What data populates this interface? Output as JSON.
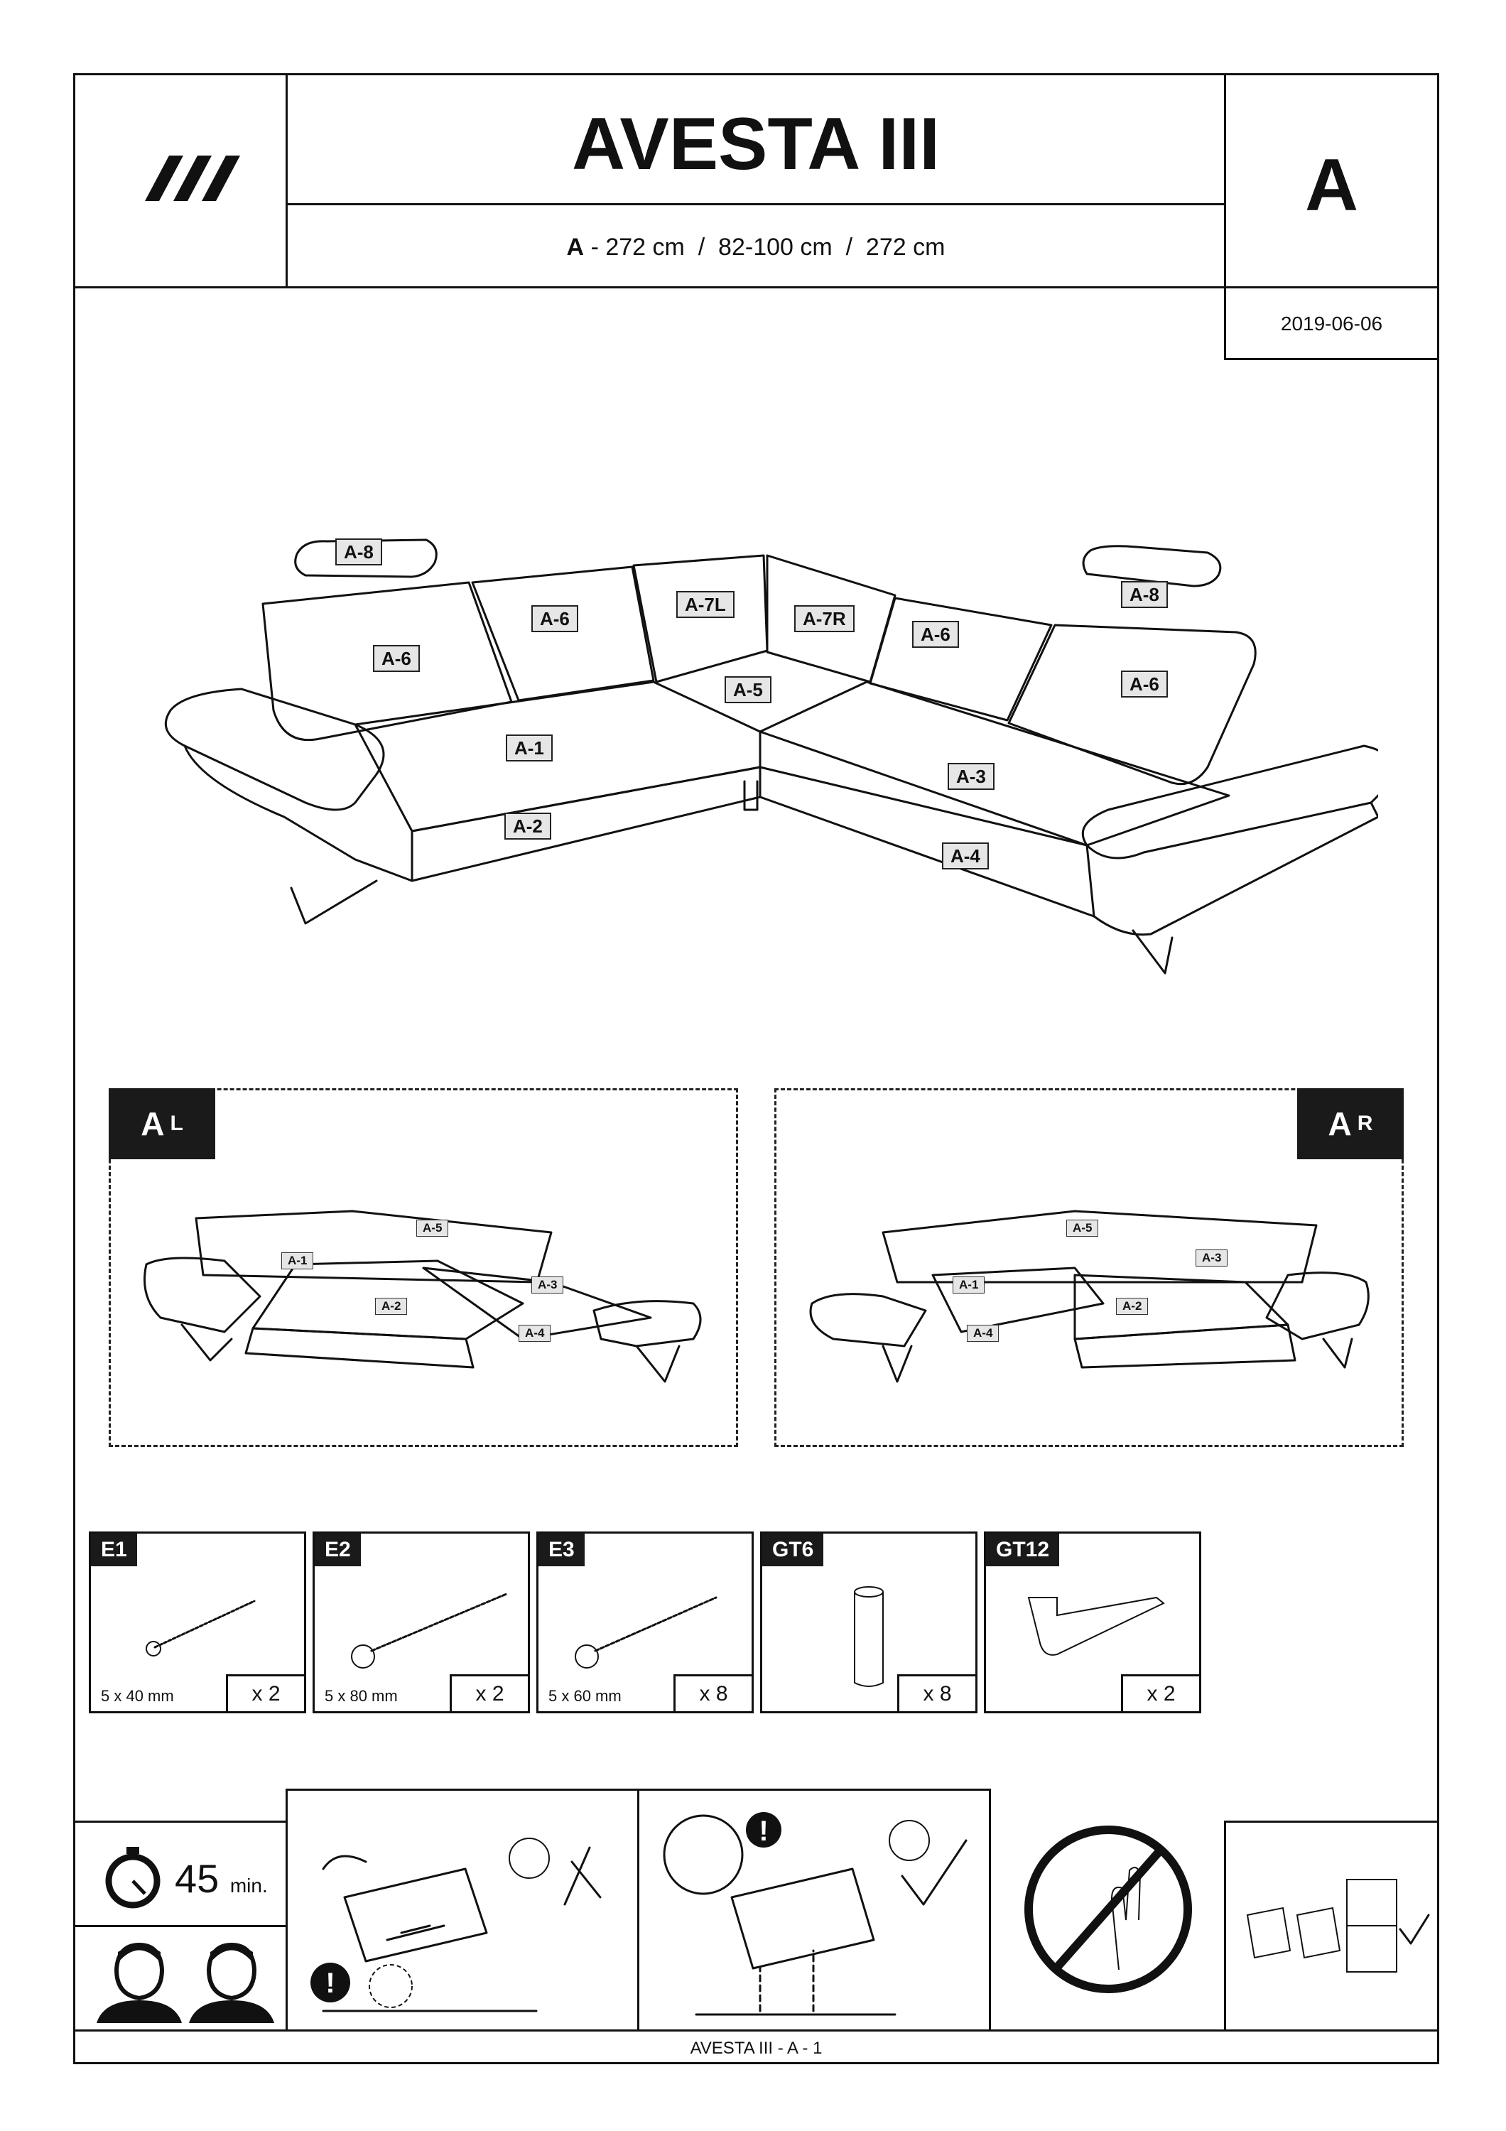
{
  "header": {
    "title": "AVESTA III",
    "variant": "A",
    "dimensions_prefix": "A",
    "dimensions": "- 272 cm  /  82-100 cm  /  272 cm",
    "date": "2019-06-06"
  },
  "parts": [
    "A-8",
    "A-6",
    "A-7L",
    "A-7R",
    "A-5",
    "A-1",
    "A-2",
    "A-3",
    "A-4"
  ],
  "variants": {
    "left": {
      "letter": "A",
      "suffix": "L",
      "labels": [
        "A-5",
        "A-1",
        "A-3",
        "A-2",
        "A-4"
      ]
    },
    "right": {
      "letter": "A",
      "suffix": "R",
      "labels": [
        "A-5",
        "A-3",
        "A-1",
        "A-2",
        "A-4"
      ]
    }
  },
  "hardware": [
    {
      "code": "E1",
      "size": "5 x 40 mm",
      "qty": "x 2"
    },
    {
      "code": "E2",
      "size": "5 x 80 mm",
      "qty": "x 2"
    },
    {
      "code": "E3",
      "size": "5 x 60 mm",
      "qty": "x 8"
    },
    {
      "code": "GT6",
      "size": "",
      "qty": "x 8"
    },
    {
      "code": "GT12",
      "size": "",
      "qty": "x 2"
    }
  ],
  "assembly": {
    "time_value": "45",
    "time_unit": "min."
  },
  "footer": "AVESTA III - A - 1"
}
